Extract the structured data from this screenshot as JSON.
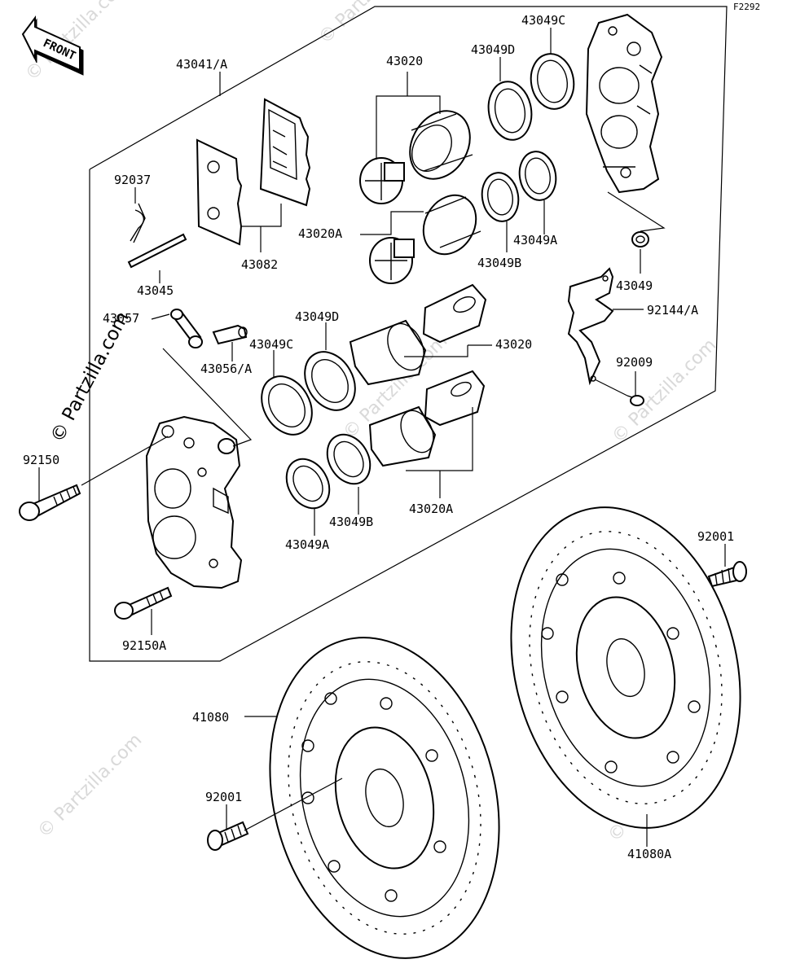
{
  "diagram": {
    "code": "F2292",
    "front_label": "FRONT",
    "watermark_main": "© Partzilla.com",
    "watermark_small": "© Partzilla.com"
  },
  "labels": {
    "l43041": "43041/A",
    "l43020_top": "43020",
    "l43049D_top": "43049D",
    "l43049C_top": "43049C",
    "l92037": "92037",
    "l43082": "43082",
    "l43020A_top": "43020A",
    "l43049B_top": "43049B",
    "l43049A_top": "43049A",
    "l43049": "43049",
    "l43045": "43045",
    "l43057": "43057",
    "l43049D_mid": "43049D",
    "l43049C_mid": "43049C",
    "l43020_mid": "43020",
    "l92144": "92144/A",
    "l43056": "43056/A",
    "l92009": "92009",
    "l92150": "92150",
    "l43049B_bot": "43049B",
    "l43020A_bot": "43020A",
    "l43049A_bot": "43049A",
    "l92001_right": "92001",
    "l92150A": "92150A",
    "l41080": "41080",
    "l92001_left": "92001",
    "l41080A": "41080A"
  }
}
